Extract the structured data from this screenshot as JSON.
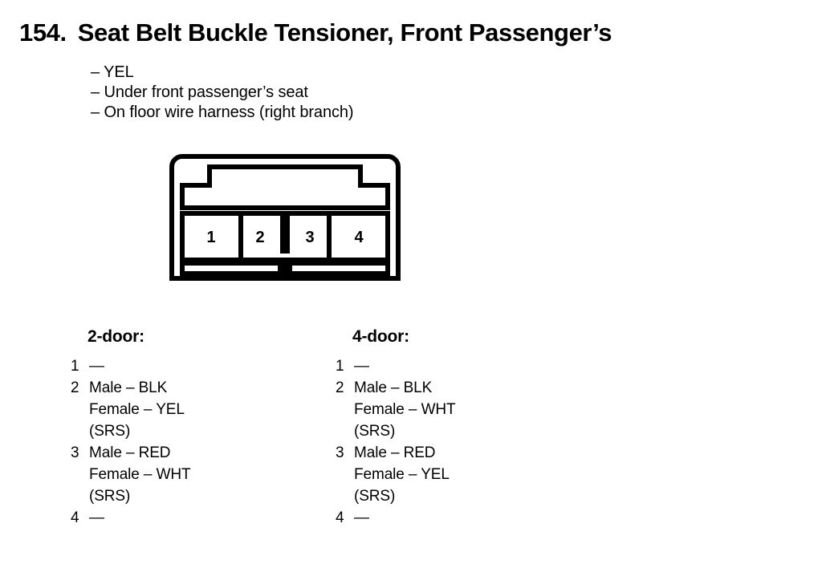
{
  "title": {
    "number": "154.",
    "text": "Seat Belt Buckle Tensioner, Front Passenger’s"
  },
  "notes": [
    "– YEL",
    "– Under front passenger’s seat",
    "– On floor wire harness (right branch)"
  ],
  "connector": {
    "name": "4-pin connector",
    "pins": [
      "1",
      "2",
      "3",
      "4"
    ]
  },
  "columns": [
    {
      "heading": "2-door:",
      "pins": [
        {
          "index": "1",
          "lines": [
            "—"
          ]
        },
        {
          "index": "2",
          "lines": [
            "Male – BLK",
            "Female – YEL",
            "(SRS)"
          ]
        },
        {
          "index": "3",
          "lines": [
            "Male – RED",
            "Female – WHT",
            "(SRS)"
          ]
        },
        {
          "index": "4",
          "lines": [
            "—"
          ]
        }
      ]
    },
    {
      "heading": "4-door:",
      "pins": [
        {
          "index": "1",
          "lines": [
            "—"
          ]
        },
        {
          "index": "2",
          "lines": [
            "Male – BLK",
            "Female – WHT",
            "(SRS)"
          ]
        },
        {
          "index": "3",
          "lines": [
            "Male – RED",
            "Female – YEL",
            "(SRS)"
          ]
        },
        {
          "index": "4",
          "lines": [
            "—"
          ]
        }
      ]
    }
  ],
  "colors": {
    "ink": "#000000",
    "paper": "#ffffff"
  }
}
